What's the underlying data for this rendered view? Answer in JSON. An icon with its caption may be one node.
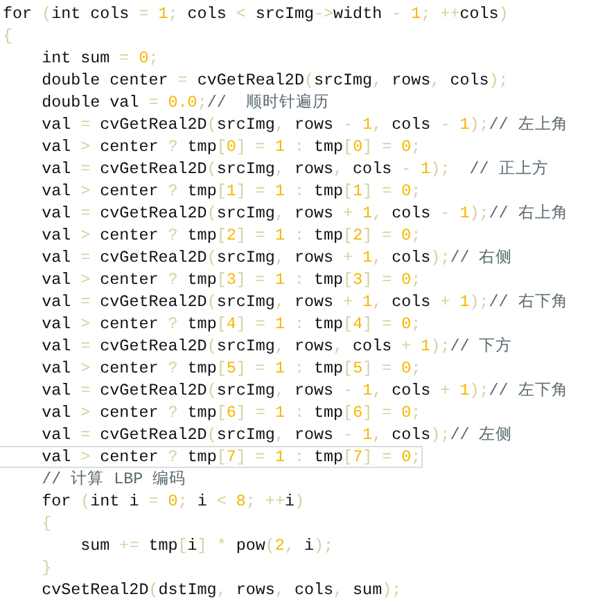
{
  "diagram": {
    "labels": [
      "for (int cols = 1; cols < srcImg->width - 1; ++cols)",
      "{",
      "    int sum = 0;",
      "    double center = cvGetReal2D(srcImg, rows, cols);",
      "    double val = 0.0;//  顺时针遍历",
      "    val = cvGetReal2D(srcImg, rows - 1, cols - 1);// 左上角",
      "    val > center ? tmp[0] = 1 : tmp[0] = 0;",
      "    val = cvGetReal2D(srcImg, rows, cols - 1);  // 正上方",
      "    val > center ? tmp[1] = 1 : tmp[1] = 0;",
      "    val = cvGetReal2D(srcImg, rows + 1, cols - 1);// 右上角",
      "    val > center ? tmp[2] = 1 : tmp[2] = 0;",
      "    val = cvGetReal2D(srcImg, rows + 1, cols);// 右侧",
      "    val > center ? tmp[3] = 1 : tmp[3] = 0;",
      "    val = cvGetReal2D(srcImg, rows + 1, cols + 1);// 右下角",
      "    val > center ? tmp[4] = 1 : tmp[4] = 0;",
      "    val = cvGetReal2D(srcImg, rows, cols + 1);// 下方",
      "    val > center ? tmp[5] = 1 : tmp[5] = 0;",
      "    val = cvGetReal2D(srcImg, rows - 1, cols + 1);// 左下角",
      "    val > center ? tmp[6] = 1 : tmp[6] = 0;",
      "    val = cvGetReal2D(srcImg, rows - 1, cols);// 左侧",
      "    val > center ? tmp[7] = 1 : tmp[7] = 0;",
      "    // 计算 LBP 编码",
      "    for (int i = 0; i < 8; ++i)",
      "    {",
      "        sum += tmp[i] * pow(2, i);",
      "    }",
      "    cvSetReal2D(dstImg, rows, cols, sum);"
    ]
  }
}
